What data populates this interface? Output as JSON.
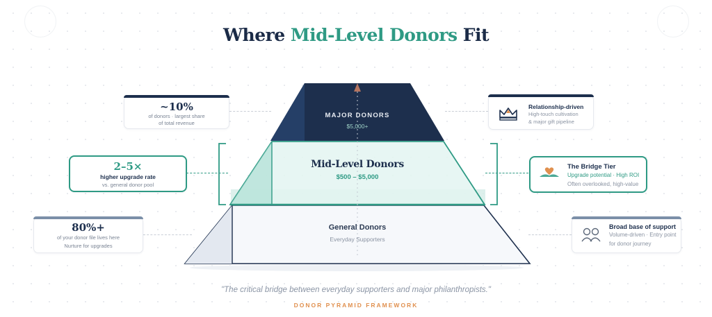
{
  "title": {
    "prefix": "Where ",
    "accent": "Mid-Level Donors",
    "suffix": " Fit"
  },
  "colors": {
    "navy": "#1d2f4d",
    "teal": "#2e9a84",
    "orange": "#e0904f",
    "mid_fill": "#e3f4f1",
    "base_fill": "#f6f8fb"
  },
  "pyramid": {
    "major": {
      "label": "MAJOR DONORS",
      "range": "$5,000+"
    },
    "mid": {
      "label": "Mid-Level Donors",
      "range": "$500 – $5,000"
    },
    "general": {
      "label": "General Donors",
      "sublabel": "Everyday Supporters"
    }
  },
  "left_cards": [
    {
      "big": "~10%",
      "line1": "of donors · largest share",
      "line2": "of total revenue"
    },
    {
      "big": "2–5×",
      "line1": "higher upgrade rate",
      "line2": "vs. general donor pool"
    },
    {
      "big": "80%+",
      "line1": "of your donor file lives here",
      "line2": "Nurture for upgrades"
    }
  ],
  "right_cards": [
    {
      "icon": "crown-icon",
      "title": "Relationship-driven",
      "line1": "High-touch cultivation",
      "line2": "& major gift pipeline"
    },
    {
      "icon": "heart-book-icon",
      "title": "The Bridge Tier",
      "line1": "Upgrade potential · High ROI",
      "line2": "Often overlooked, high-value"
    },
    {
      "icon": "people-icon",
      "title": "Broad base of support",
      "line1": "Volume-driven · Entry point",
      "line2": "for donor journey"
    }
  ],
  "footer": {
    "quote": "\"The critical bridge between everyday supporters and major philanthropists.\"",
    "framework": "DONOR PYRAMID FRAMEWORK"
  }
}
